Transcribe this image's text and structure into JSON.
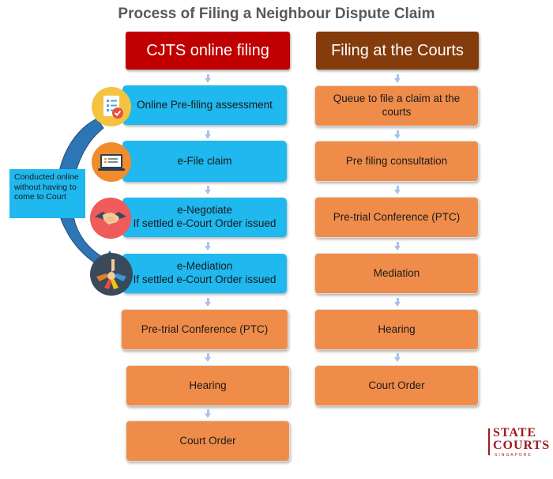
{
  "title": "Process of Filing a Neighbour Dispute Claim",
  "left_column": {
    "header": "CJTS online filing",
    "steps": [
      "Online Pre-filing assessment",
      "e-File claim",
      "e-Negotiate",
      "If settled e-Court Order issued",
      "e-Mediation",
      "If settled e-Court Order issued",
      "Pre-trial Conference (PTC)",
      "Hearing",
      "Court Order"
    ]
  },
  "right_column": {
    "header": "Filing at the Courts",
    "steps": [
      "Queue to file a claim at the courts",
      "Pre filing consultation",
      "Pre-trial Conference (PTC)",
      "Mediation",
      "Hearing",
      "Court Order"
    ]
  },
  "note": "Conducted online without having to come to Court",
  "logo": {
    "line1": "STATE",
    "line2": "COURTS",
    "line3": "SINGAPORE"
  },
  "colors": {
    "red_header": "#c00000",
    "brown_header": "#843c0c",
    "blue_box": "#1fb8ef",
    "orange_box": "#f08c4a"
  }
}
